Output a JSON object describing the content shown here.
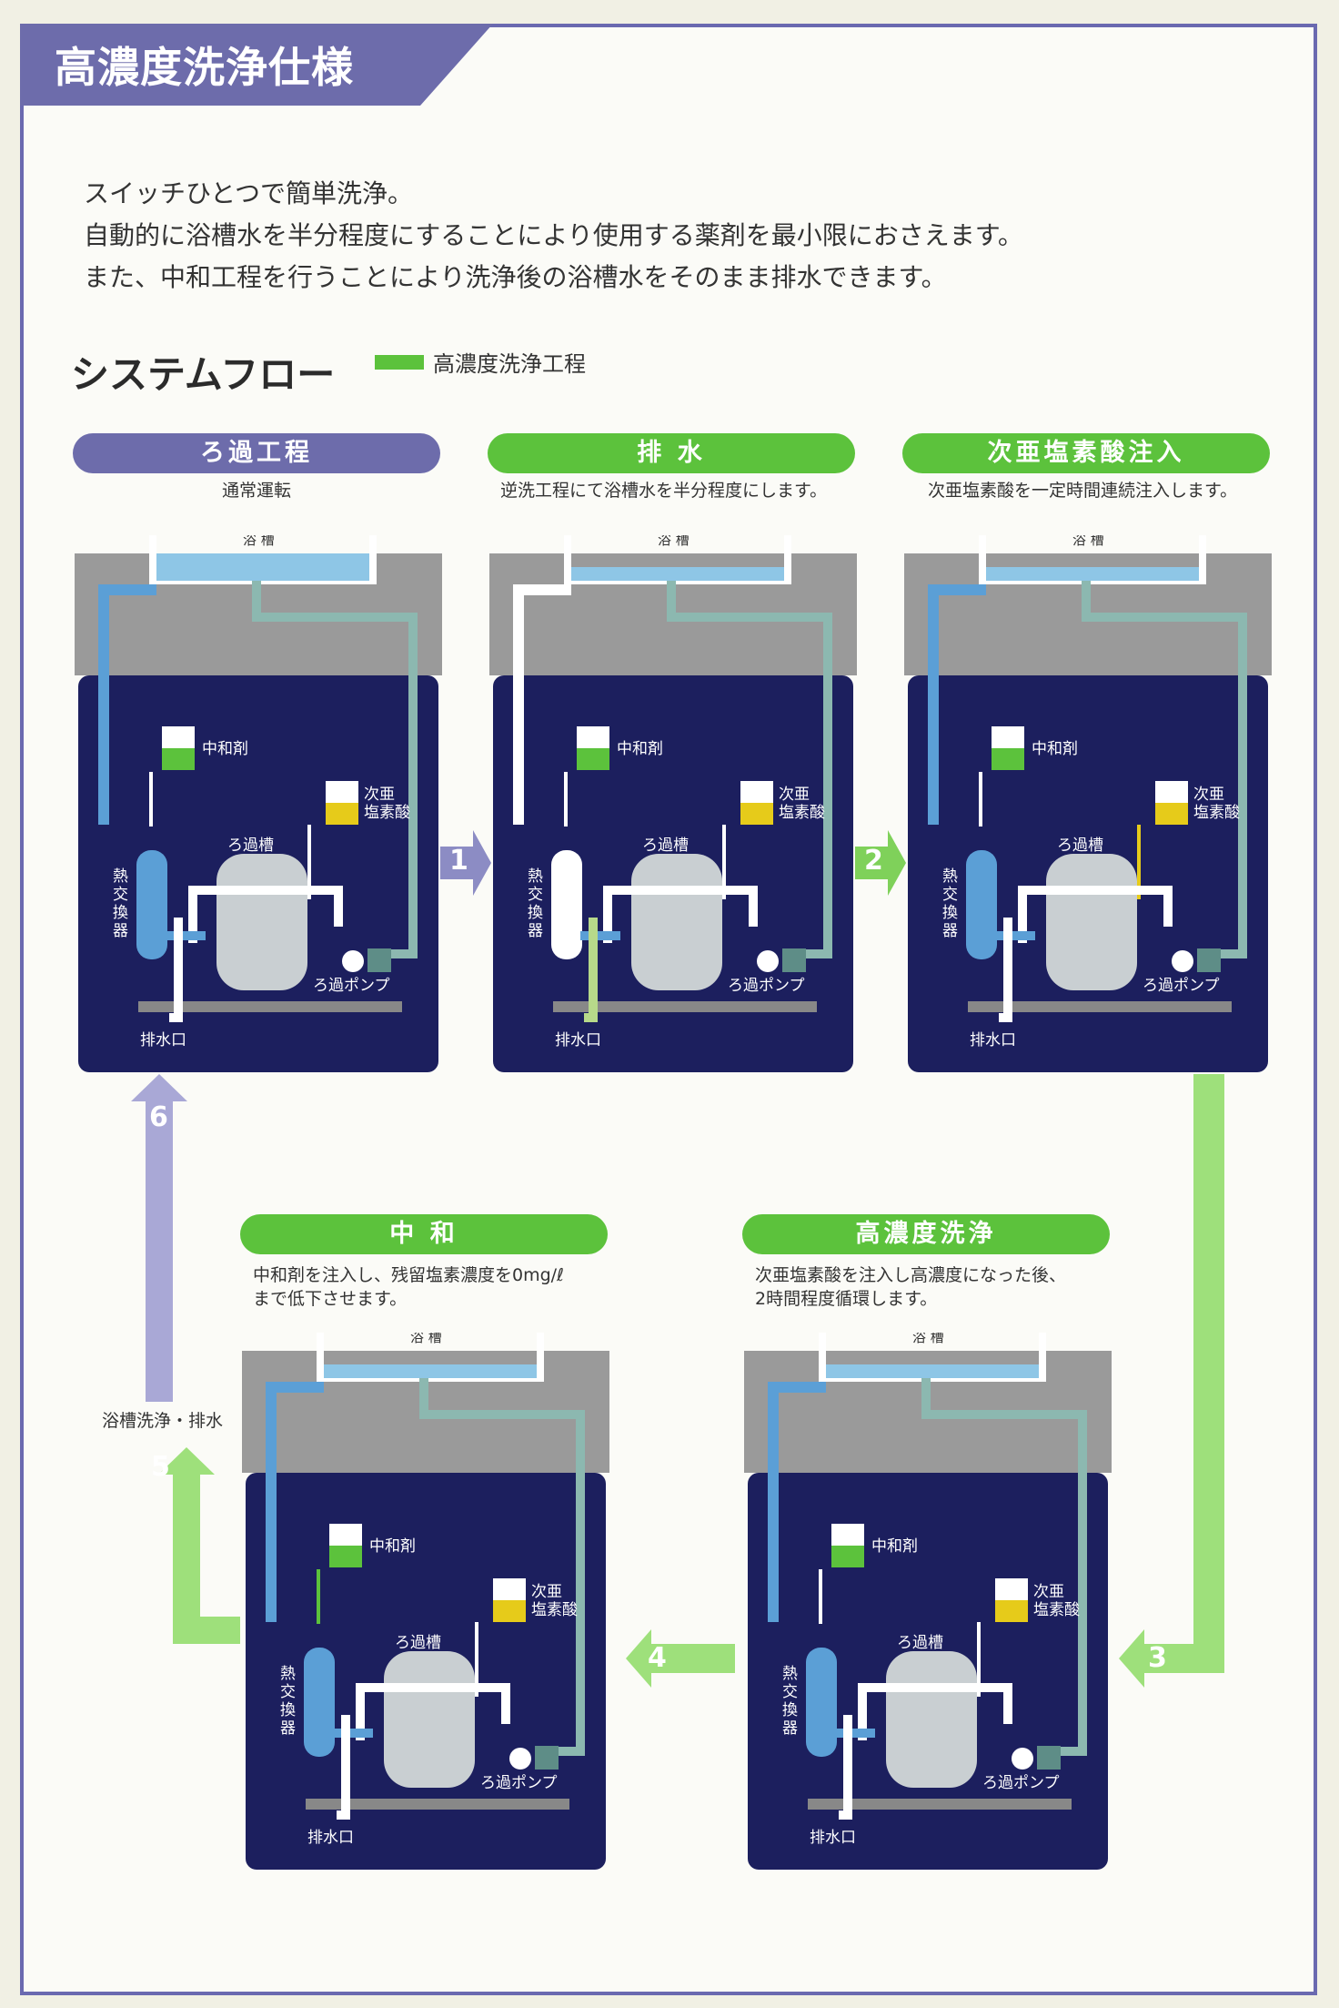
{
  "header": {
    "title": "高濃度洗浄仕様"
  },
  "intro": {
    "lines": [
      "スイッチひとつで簡単洗浄。",
      "自動的に浴槽水を半分程度にすることにより使用する薬剤を最小限におさえます。",
      "また、中和工程を行うことにより洗浄後の浴槽水をそのまま排水できます。"
    ]
  },
  "flow": {
    "title": "システムフロー",
    "legend": "高濃度洗浄工程"
  },
  "colors": {
    "purple": "#6d6cab",
    "green": "#5cc23c",
    "navy": "#1c1f5e",
    "water": "#8ec6e6",
    "pipe_blue": "#5b9fd6",
    "yellow": "#e6cb1a"
  },
  "steps": [
    {
      "title": "ろ過工程",
      "desc": [
        "通常運転"
      ]
    },
    {
      "title": "排 水",
      "desc": [
        "逆洗工程にて浴槽水を半分程度にします。"
      ]
    },
    {
      "title": "次亜塩素酸注入",
      "desc": [
        "次亜塩素酸を一定時間連続注入します。"
      ]
    },
    {
      "title": "中 和",
      "desc": [
        "中和剤を注入し、残留塩素濃度を0mg/ℓ",
        "まで低下させます。"
      ]
    },
    {
      "title": "高濃度洗浄",
      "desc": [
        "次亜塩素酸を注入し高濃度になった後、",
        "2時間程度循環します。"
      ]
    }
  ],
  "diagram_labels": {
    "bath": "浴 槽",
    "neutralizer": "中和剤",
    "hypochlorite": [
      "次亜",
      "塩素酸"
    ],
    "heat_exchanger": [
      "熱",
      "交",
      "換",
      "器"
    ],
    "filter_tank": "ろ過槽",
    "filter_pump": "ろ過ポンプ",
    "drain": "排水口"
  },
  "arrows": [
    "1",
    "2",
    "3",
    "4",
    "5",
    "6"
  ],
  "side_label": "浴槽洗浄・排水"
}
